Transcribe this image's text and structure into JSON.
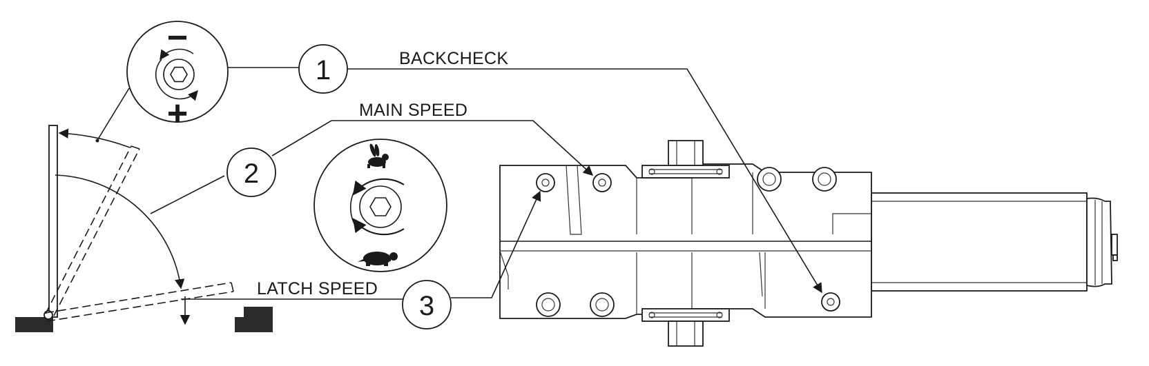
{
  "callouts": [
    {
      "number": "1",
      "label": "BACKCHECK"
    },
    {
      "number": "2",
      "label": "MAIN SPEED"
    },
    {
      "number": "3",
      "label": "LATCH SPEED"
    }
  ],
  "adjuster_backcheck": {
    "minus": "−",
    "plus": "+"
  },
  "adjuster_speed": {
    "top_icon": "rabbit-icon",
    "bottom_icon": "turtle-icon"
  },
  "colors": {
    "line": "#1a1a1a",
    "fill_dark": "#2b2b2b",
    "background": "#ffffff"
  }
}
